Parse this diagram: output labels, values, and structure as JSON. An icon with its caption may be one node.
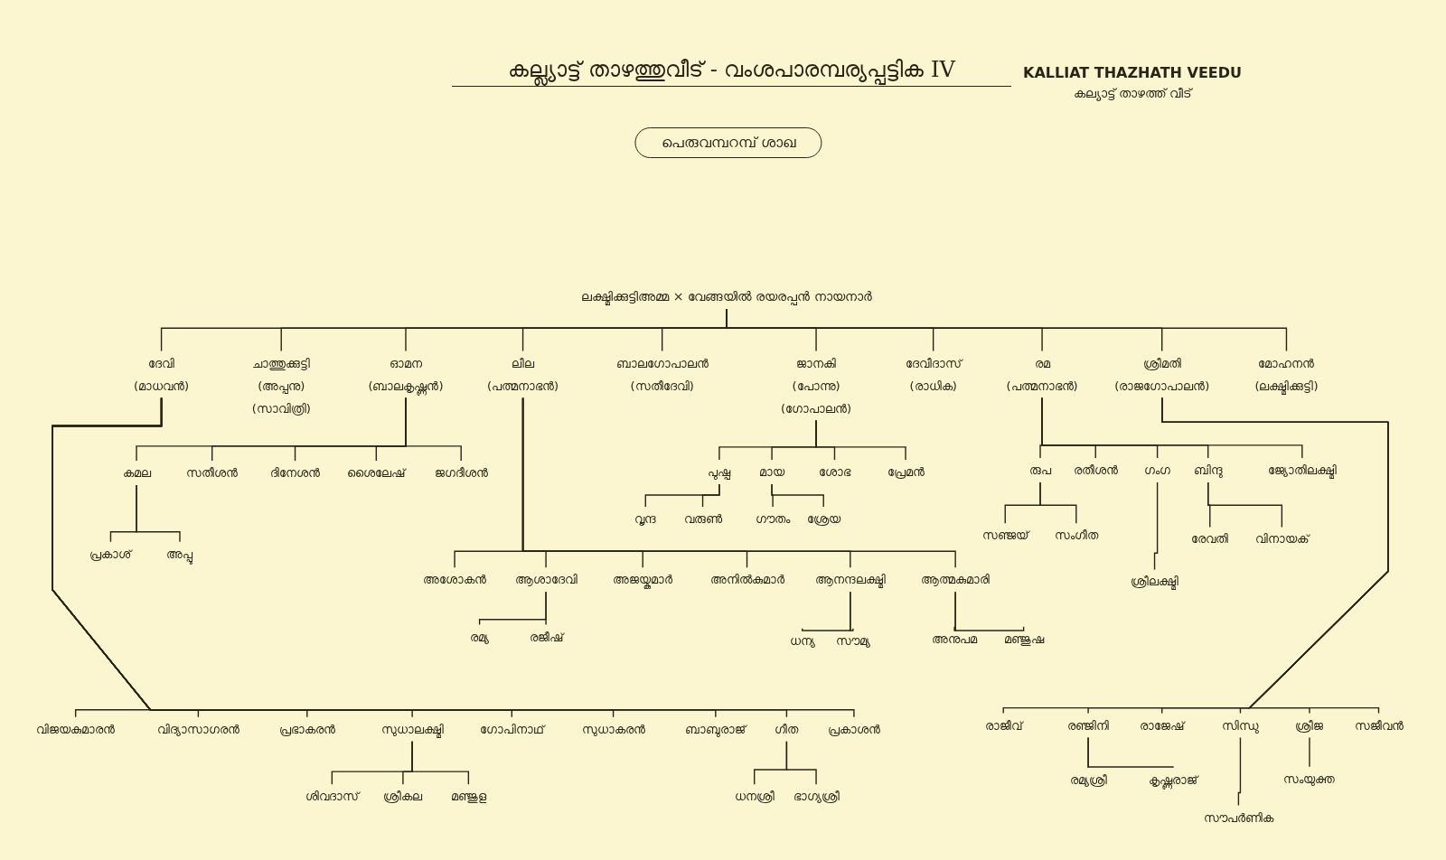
{
  "diagram": {
    "title": "കല്ല്യാട്ട് താഴത്തുവീട് - വംശപാരമ്പര്യപ്പട്ടിക IV",
    "nodes": [
      {
        "text": [
          "പെരുവമ്പറമ്പ് ശാഖ"
        ]
      },
      {
        "text": [
          "ലക്ഷ്മിക്കുട്ടിഅമ്മ × വേങ്ങയിൽ രയരപ്പൻ നായനാർ"
        ]
      },
      {
        "text": [
          "ദേവി",
          "(മാധവൻ)"
        ]
      },
      {
        "text": [
          "ചാത്തുക്കുട്ടി",
          "(അപ്പനു)",
          "(സാവിത്രി)"
        ]
      },
      {
        "text": [
          "ഓമന",
          "(ബാലകൃഷ്ണൻ)"
        ]
      },
      {
        "text": [
          "ലീല",
          "(പത്മനാഭൻ)"
        ]
      },
      {
        "text": [
          "ബാലഗോപാലൻ",
          "(സതീദേവി)"
        ]
      },
      {
        "text": [
          "ജാനകി",
          "(പോന്നു)",
          "(ഗോപാലൻ)"
        ]
      },
      {
        "text": [
          "ദേവീദാസ്",
          "(രാധിക)"
        ]
      },
      {
        "text": [
          "രമ",
          "(പത്മനാഭൻ)"
        ]
      },
      {
        "text": [
          "ശ്രീമതി",
          "(രാജഗോപാലൻ)"
        ]
      },
      {
        "text": [
          "മോഹനൻ",
          "(ലക്ഷ്മിക്കുട്ടി)"
        ]
      },
      {
        "text": [
          "കമല"
        ]
      },
      {
        "text": [
          "സതീശൻ"
        ]
      },
      {
        "text": [
          "ദിനേശൻ"
        ]
      },
      {
        "text": [
          "ശൈലേഷ്"
        ]
      },
      {
        "text": [
          "ജഗദീശൻ"
        ]
      },
      {
        "text": [
          "പ്രകാശ്"
        ]
      },
      {
        "text": [
          "അപ്പു"
        ]
      },
      {
        "text": [
          "പുഷ്പ"
        ]
      },
      {
        "text": [
          "മായ"
        ]
      },
      {
        "text": [
          "ശോഭ"
        ]
      },
      {
        "text": [
          "പ്രേമൻ"
        ]
      },
      {
        "text": [
          "വൃന്ദ"
        ]
      },
      {
        "text": [
          "വരുൺ"
        ]
      },
      {
        "text": [
          "ഗൗതം"
        ]
      },
      {
        "text": [
          "ശ്രേയ"
        ]
      },
      {
        "text": [
          "അശോകൻ"
        ]
      },
      {
        "text": [
          "ആശാദേവി"
        ]
      },
      {
        "text": [
          "അജയ്കുമാർ"
        ]
      },
      {
        "text": [
          "അനിൽകുമാർ"
        ]
      },
      {
        "text": [
          "ആനന്ദലക്ഷ്മി"
        ]
      },
      {
        "text": [
          "ആത്മകുമാരി"
        ]
      },
      {
        "text": [
          "രമ്യ"
        ]
      },
      {
        "text": [
          "രജീഷ്"
        ]
      },
      {
        "text": [
          "ധന്യ"
        ]
      },
      {
        "text": [
          "സൗമ്യ"
        ]
      },
      {
        "text": [
          "അനുപമ"
        ]
      },
      {
        "text": [
          "മഞ്ജുഷ"
        ]
      },
      {
        "text": [
          "വിജയകുമാരൻ"
        ]
      },
      {
        "text": [
          "വിദ്യാസാഗരൻ"
        ]
      },
      {
        "text": [
          "പ്രഭാകരൻ"
        ]
      },
      {
        "text": [
          "സുധാലക്ഷ്മി"
        ]
      },
      {
        "text": [
          "ഗോപിനാഥ്"
        ]
      },
      {
        "text": [
          "സുധാകരൻ"
        ]
      },
      {
        "text": [
          "ബാബുരാജ്"
        ]
      },
      {
        "text": [
          "ഗീത"
        ]
      },
      {
        "text": [
          "പ്രകാശൻ"
        ]
      },
      {
        "text": [
          "ശിവദാസ്"
        ]
      },
      {
        "text": [
          "ശ്രീകല"
        ]
      },
      {
        "text": [
          "മഞ്ജുള"
        ]
      },
      {
        "text": [
          "ധനശ്രീ"
        ]
      },
      {
        "text": [
          "ഭാഗ്യശ്രീ"
        ]
      },
      {
        "text": [
          "രുപ"
        ]
      },
      {
        "text": [
          "രതീശൻ"
        ]
      },
      {
        "text": [
          "ഗംഗ"
        ]
      },
      {
        "text": [
          "ബിന്ദു"
        ]
      },
      {
        "text": [
          "ജ്യോതിലക്ഷ്മി"
        ]
      },
      {
        "text": [
          "സഞ്ജയ്"
        ]
      },
      {
        "text": [
          "സംഗീത"
        ]
      },
      {
        "text": [
          "ശ്രീലക്ഷ്മി"
        ]
      },
      {
        "text": [
          "രേവതി"
        ]
      },
      {
        "text": [
          "വിനായക്"
        ]
      },
      {
        "text": [
          "രാജീവ്"
        ]
      },
      {
        "text": [
          "രഞ്ജിനി"
        ]
      },
      {
        "text": [
          "രാജേഷ്"
        ]
      },
      {
        "text": [
          "സിന്ധു"
        ]
      },
      {
        "text": [
          "ശ്രീജ"
        ]
      },
      {
        "text": [
          "സജീവൻ"
        ]
      },
      {
        "text": [
          "രമ്യശ്രീ"
        ]
      },
      {
        "text": [
          "കൃഷ്ണരാജ്"
        ]
      },
      {
        "text": [
          "സൗപർണിക"
        ]
      },
      {
        "text": [
          "സംയുക്ത"
        ]
      }
    ],
    "edges": [
      {
        "from": 1,
        "to": 2,
        "arrow": "none"
      },
      {
        "from": 1,
        "to": 3,
        "arrow": "none"
      },
      {
        "from": 1,
        "to": 4,
        "arrow": "none"
      },
      {
        "from": 1,
        "to": 5,
        "arrow": "none"
      },
      {
        "from": 1,
        "to": 6,
        "arrow": "none"
      },
      {
        "from": 1,
        "to": 7,
        "arrow": "none"
      },
      {
        "from": 1,
        "to": 8,
        "arrow": "none"
      },
      {
        "from": 1,
        "to": 9,
        "arrow": "none"
      },
      {
        "from": 1,
        "to": 10,
        "arrow": "none"
      },
      {
        "from": 1,
        "to": 11,
        "arrow": "none"
      },
      {
        "from": 4,
        "to": 12,
        "arrow": "none"
      },
      {
        "from": 4,
        "to": 13,
        "arrow": "none"
      },
      {
        "from": 4,
        "to": 14,
        "arrow": "none"
      },
      {
        "from": 4,
        "to": 15,
        "arrow": "none"
      },
      {
        "from": 4,
        "to": 16,
        "arrow": "none"
      },
      {
        "from": 12,
        "to": 17,
        "arrow": "none"
      },
      {
        "from": 12,
        "to": 18,
        "arrow": "none"
      },
      {
        "from": 7,
        "to": 19,
        "arrow": "none"
      },
      {
        "from": 7,
        "to": 20,
        "arrow": "none"
      },
      {
        "from": 7,
        "to": 21,
        "arrow": "none"
      },
      {
        "from": 7,
        "to": 22,
        "arrow": "none"
      },
      {
        "from": 19,
        "to": 23,
        "arrow": "none"
      },
      {
        "from": 19,
        "to": 24,
        "arrow": "none"
      },
      {
        "from": 20,
        "to": 25,
        "arrow": "none"
      },
      {
        "from": 20,
        "to": 26,
        "arrow": "none"
      },
      {
        "from": 5,
        "to": 27,
        "arrow": "none"
      },
      {
        "from": 5,
        "to": 28,
        "arrow": "none"
      },
      {
        "from": 5,
        "to": 29,
        "arrow": "none"
      },
      {
        "from": 5,
        "to": 30,
        "arrow": "none"
      },
      {
        "from": 5,
        "to": 31,
        "arrow": "none"
      },
      {
        "from": 5,
        "to": 32,
        "arrow": "none"
      },
      {
        "from": 28,
        "to": 33,
        "arrow": "none"
      },
      {
        "from": 28,
        "to": 34,
        "arrow": "none"
      },
      {
        "from": 31,
        "to": 35,
        "arrow": "none"
      },
      {
        "from": 31,
        "to": 36,
        "arrow": "none"
      },
      {
        "from": 32,
        "to": 37,
        "arrow": "none"
      },
      {
        "from": 32,
        "to": 38,
        "arrow": "none"
      },
      {
        "from": 2,
        "to": 39,
        "arrow": "none"
      },
      {
        "from": 2,
        "to": 40,
        "arrow": "none"
      },
      {
        "from": 2,
        "to": 41,
        "arrow": "none"
      },
      {
        "from": 2,
        "to": 42,
        "arrow": "none"
      },
      {
        "from": 2,
        "to": 43,
        "arrow": "none"
      },
      {
        "from": 2,
        "to": 44,
        "arrow": "none"
      },
      {
        "from": 2,
        "to": 45,
        "arrow": "none"
      },
      {
        "from": 2,
        "to": 46,
        "arrow": "none"
      },
      {
        "from": 2,
        "to": 47,
        "arrow": "none"
      },
      {
        "from": 42,
        "to": 48,
        "arrow": "none"
      },
      {
        "from": 42,
        "to": 49,
        "arrow": "none"
      },
      {
        "from": 42,
        "to": 50,
        "arrow": "none"
      },
      {
        "from": 46,
        "to": 51,
        "arrow": "none"
      },
      {
        "from": 46,
        "to": 52,
        "arrow": "none"
      },
      {
        "from": 9,
        "to": 53,
        "arrow": "none"
      },
      {
        "from": 9,
        "to": 54,
        "arrow": "none"
      },
      {
        "from": 9,
        "to": 55,
        "arrow": "none"
      },
      {
        "from": 9,
        "to": 56,
        "arrow": "none"
      },
      {
        "from": 9,
        "to": 57,
        "arrow": "none"
      },
      {
        "from": 53,
        "to": 58,
        "arrow": "none"
      },
      {
        "from": 53,
        "to": 59,
        "arrow": "none"
      },
      {
        "from": 55,
        "to": 60,
        "arrow": "none"
      },
      {
        "from": 56,
        "to": 61,
        "arrow": "none"
      },
      {
        "from": 56,
        "to": 62,
        "arrow": "none"
      },
      {
        "from": 10,
        "to": 63,
        "arrow": "none"
      },
      {
        "from": 10,
        "to": 64,
        "arrow": "none"
      },
      {
        "from": 10,
        "to": 65,
        "arrow": "none"
      },
      {
        "from": 10,
        "to": 66,
        "arrow": "none"
      },
      {
        "from": 10,
        "to": 67,
        "arrow": "none"
      },
      {
        "from": 10,
        "to": 68,
        "arrow": "none"
      },
      {
        "from": 64,
        "to": 69,
        "arrow": "none"
      },
      {
        "from": 64,
        "to": 70,
        "arrow": "none"
      },
      {
        "from": 66,
        "to": 71,
        "arrow": "none"
      },
      {
        "from": 67,
        "to": 72,
        "arrow": "none"
      }
    ],
    "labels": [
      "KALLIAT THAZHATH VEEDU",
      "കല്യാട്ട് താഴത്ത് വീട്"
    ]
  }
}
